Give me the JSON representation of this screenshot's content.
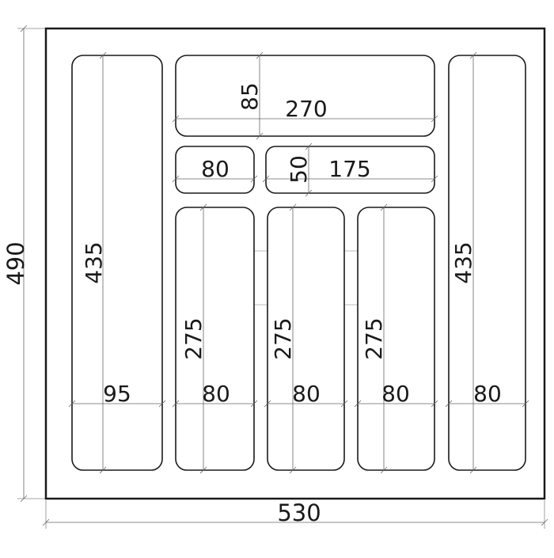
{
  "drawing": {
    "overall": {
      "width": "530",
      "height": "490"
    },
    "compartments": {
      "left_tall": {
        "height": "435",
        "width": "95"
      },
      "top_wide": {
        "height": "85",
        "width": "270"
      },
      "small_left": {
        "width": "80"
      },
      "small_right": {
        "height": "50",
        "width": "175"
      },
      "mid_1": {
        "height": "275",
        "width": "80"
      },
      "mid_2": {
        "height": "275",
        "width": "80"
      },
      "mid_3": {
        "height": "275",
        "width": "80"
      },
      "right_tall": {
        "height": "435",
        "width": "80"
      }
    }
  }
}
